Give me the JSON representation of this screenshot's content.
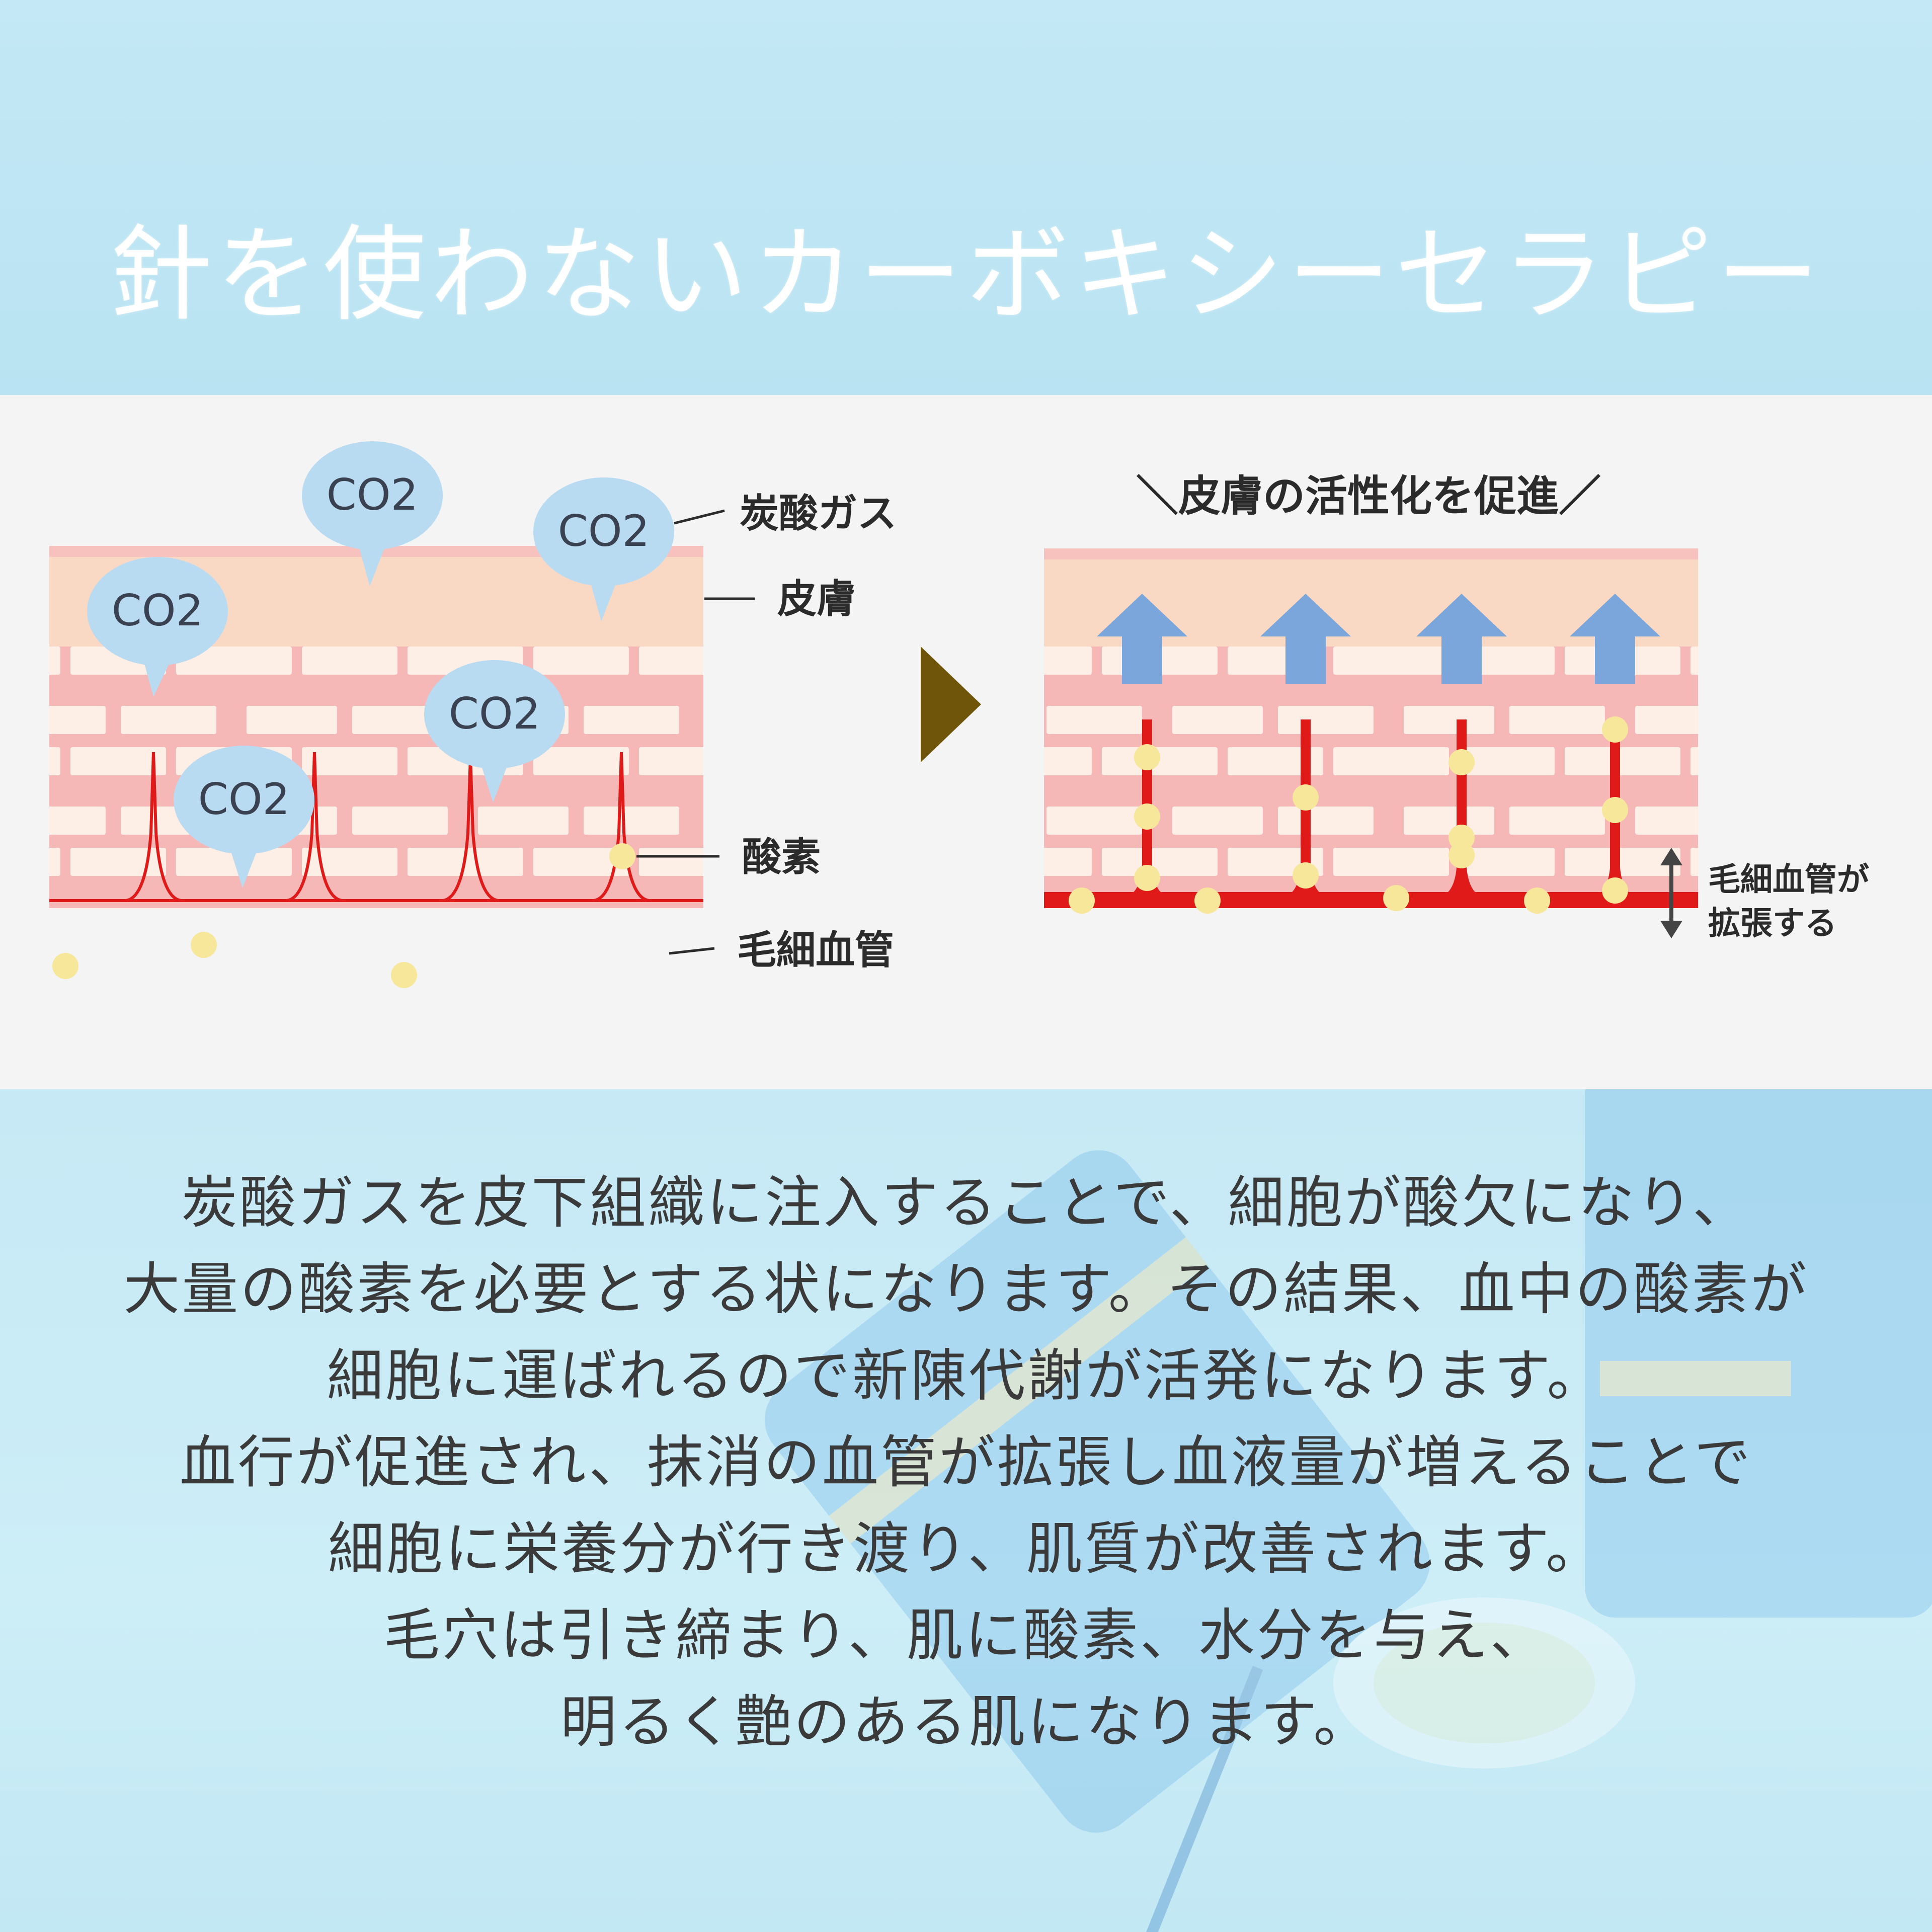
{
  "title": "針を使わないカーボキシーセラピー",
  "diagram": {
    "left": {
      "bubbles": [
        "CO2",
        "CO2",
        "CO2",
        "CO2",
        "CO2"
      ],
      "labels": {
        "gas": "炭酸ガス",
        "skin": "皮膚",
        "oxygen": "酸素",
        "capillary": "毛細血管"
      }
    },
    "right": {
      "heading": "＼皮膚の活性化を促進／",
      "dilate_label_line1": "毛細血管が",
      "dilate_label_line2": "拡張する"
    },
    "colors": {
      "skin_top": "#f9d9c4",
      "tissue": "#f6b7b7",
      "brick": "#fdeee6",
      "capillary": "#e01919",
      "oxygen": "#f7e79a",
      "bubble": "#b9dbf2",
      "arrow": "#7aa6dc",
      "play_arrow": "#6e5509"
    }
  },
  "body": {
    "lines": [
      "炭酸ガスを皮下組織に注入することで、細胞が酸欠になり、",
      "大量の酸素を必要とする状になります。その結果、血中の酸素が",
      "細胞に運ばれるので新陳代謝が活発になります。",
      "血行が促進され、抹消の血管が拡張し血液量が増えることで",
      "細胞に栄養分が行き渡り、肌質が改善されます。",
      "毛穴は引き締まり、肌に酸素、水分を与え、",
      "明るく艶のある肌になります。"
    ]
  }
}
